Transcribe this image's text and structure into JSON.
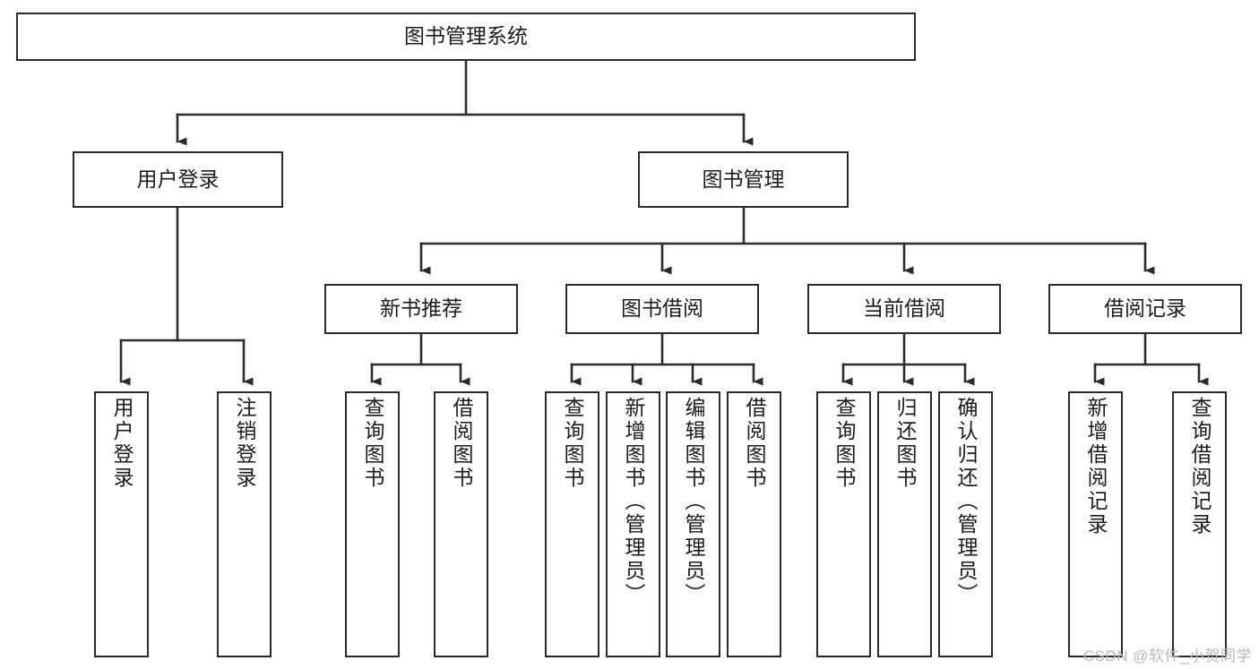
{
  "diagram": {
    "title": "图书管理系统",
    "watermark": "CSDN @软件_小贺同学",
    "stroke_color": "#2b2b2b",
    "text_color": "#1c1c1c",
    "background": "#ffffff",
    "nodes": {
      "root": {
        "label": "图书管理系统"
      },
      "level2": [
        {
          "id": "user-login",
          "label": "用户登录"
        },
        {
          "id": "book-management",
          "label": "图书管理"
        }
      ],
      "level3": [
        {
          "id": "new-book-recommend",
          "label": "新书推荐"
        },
        {
          "id": "book-borrow",
          "label": "图书借阅"
        },
        {
          "id": "current-borrow",
          "label": "当前借阅"
        },
        {
          "id": "borrow-record",
          "label": "借阅记录"
        }
      ],
      "leaves": [
        {
          "id": "leaf-user-login",
          "label": "用户登录",
          "parent": "user-login"
        },
        {
          "id": "leaf-logout-login",
          "label": "注销登录",
          "parent": "user-login"
        },
        {
          "id": "leaf-query-book-1",
          "label": "查询图书",
          "parent": "new-book-recommend"
        },
        {
          "id": "leaf-borrow-book-1",
          "label": "借阅图书",
          "parent": "new-book-recommend"
        },
        {
          "id": "leaf-query-book-2",
          "label": "查询图书",
          "parent": "book-borrow"
        },
        {
          "id": "leaf-add-book",
          "label": "新增图书（管理员）",
          "parent": "book-borrow"
        },
        {
          "id": "leaf-edit-book",
          "label": "编辑图书（管理员）",
          "parent": "book-borrow"
        },
        {
          "id": "leaf-borrow-book-2",
          "label": "借阅图书",
          "parent": "book-borrow"
        },
        {
          "id": "leaf-query-book-3",
          "label": "查询图书",
          "parent": "current-borrow"
        },
        {
          "id": "leaf-return-book",
          "label": "归还图书",
          "parent": "current-borrow"
        },
        {
          "id": "leaf-confirm-return",
          "label": "确认归还（管理员）",
          "parent": "current-borrow"
        },
        {
          "id": "leaf-add-record",
          "label": "新增借阅记录",
          "parent": "borrow-record"
        },
        {
          "id": "leaf-query-record",
          "label": "查询借阅记录",
          "parent": "borrow-record"
        }
      ]
    }
  }
}
